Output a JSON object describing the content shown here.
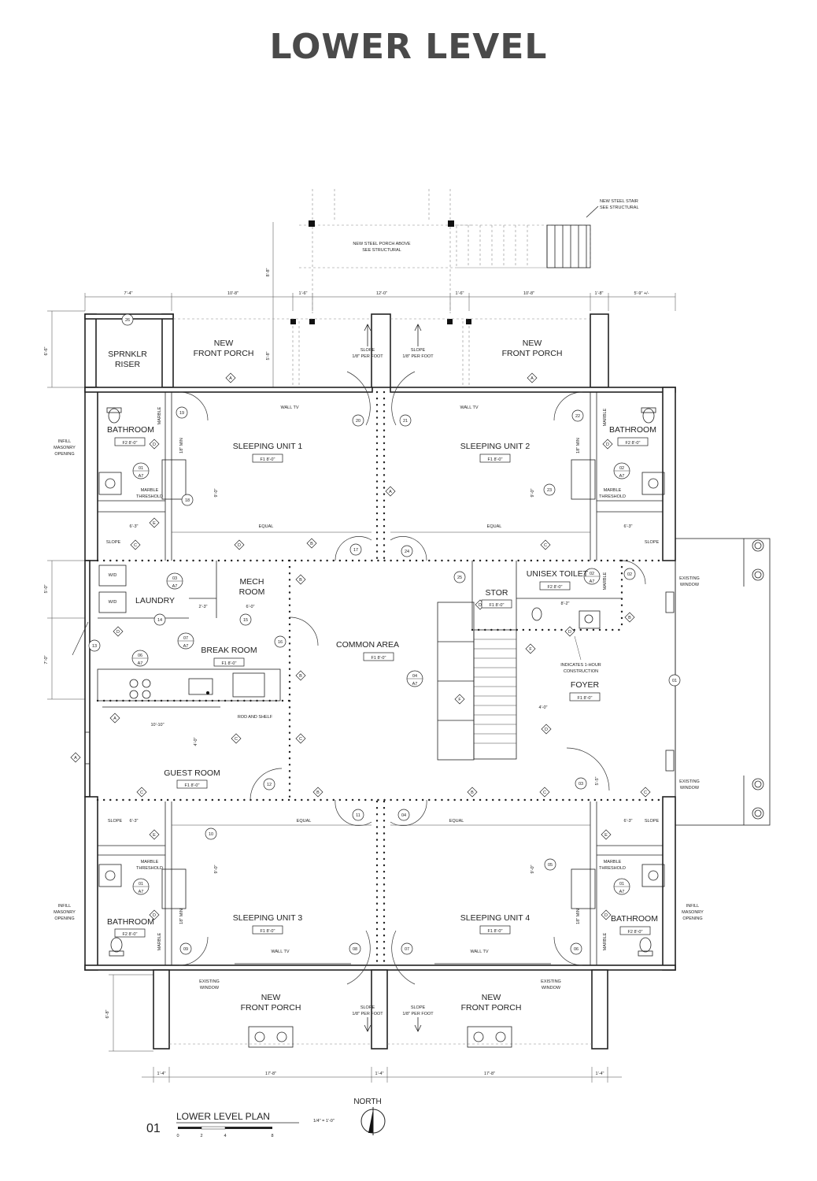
{
  "title": "LOWER LEVEL",
  "plan_label": {
    "number": "01",
    "name": "LOWER LEVEL PLAN",
    "scale": "1/4\" = 1'-0\"",
    "scale_ticks": [
      "0",
      "2",
      "4",
      "8"
    ],
    "north": "NORTH"
  },
  "annotations": {
    "steel_porch": [
      "NEW STEEL PORCH ABOVE",
      "SEE STRUCTURAL"
    ],
    "steel_stair": [
      "NEW STEEL STAIR",
      "SEE STRUCTURAL"
    ],
    "one_hour": [
      "INDICATES 1-HOUR",
      "CONSTRUCTION"
    ],
    "infill": [
      "INFILL",
      "MASONRY",
      "OPENING"
    ],
    "slope": [
      "SLOPE",
      "1/8\" PER FOOT"
    ],
    "existing_window": [
      "EXISTING",
      "WINDOW"
    ],
    "marble_threshold": [
      "MARBLE",
      "THRESHOLD"
    ],
    "wall_tv": "WALL TV",
    "equal": "EQUAL",
    "rod_and_shelf": "ROD AND SHELF",
    "slope_short": "SLOPE",
    "min_18": "18\" MIN",
    "wd": "W/D"
  },
  "rooms": {
    "sprinkler_riser": [
      "SPRNKLR",
      "RISER"
    ],
    "front_porch": [
      "NEW",
      "FRONT PORCH"
    ],
    "bathroom": "BATHROOM",
    "sleeping_unit_1": "SLEEPING UNIT 1",
    "sleeping_unit_2": "SLEEPING UNIT 2",
    "sleeping_unit_3": "SLEEPING UNIT 3",
    "sleeping_unit_4": "SLEEPING UNIT 4",
    "laundry": "LAUNDRY",
    "mech_room": [
      "MECH",
      "ROOM"
    ],
    "break_room": "BREAK ROOM",
    "common_area": "COMMON AREA",
    "stor": "STOR",
    "unisex_toilet": "UNISEX TOILET",
    "foyer": "FOYER",
    "guest_room": "GUEST ROOM"
  },
  "finish_tags": {
    "f1": "F1   8'-0\"",
    "f2": "F2   8'-0\""
  },
  "dimensions": {
    "top": [
      "7'-4\"",
      "10'-8\"",
      "1'-6\"",
      "12'-0\"",
      "1'-6\"",
      "10'-8\"",
      "1'-8\"",
      "5'-9\" +/-"
    ],
    "bottom": [
      "1'-4\"",
      "17'-8\"",
      "1'-4\"",
      "17'-8\"",
      "1'-4\""
    ],
    "left": [
      "6'-6\"",
      "5'-0\"",
      "7'-0\"",
      "6'-8\""
    ],
    "porch_depth": "8'-8\"",
    "porch_inner": "5'-8\"",
    "unit_9_0": "9'-0\"",
    "closet_6_3": "6'-3\"",
    "mech_6_0": "6'-0\"",
    "mech_2_3": "2'-3\"",
    "break_10_10": "10'-10\"",
    "break_4_0": "4'-0\"",
    "foyer_4_0": "4'-0\"",
    "foyer_5_5": "5'-5\"",
    "toilet_8_2": "8'-2\""
  },
  "door_tags": [
    "01",
    "02",
    "03",
    "04",
    "05",
    "06",
    "07",
    "08",
    "09",
    "10",
    "11",
    "12",
    "13",
    "14",
    "15",
    "16",
    "17",
    "18",
    "19",
    "20",
    "21",
    "22",
    "23",
    "24",
    "25",
    "26"
  ],
  "wall_tags": [
    "A",
    "B",
    "C",
    "D",
    "E",
    "F"
  ],
  "section_tags": {
    "ref": "A7",
    "n01": "01",
    "n02": "02",
    "n03": "03",
    "n04": "04",
    "n06": "06",
    "n07": "07"
  }
}
